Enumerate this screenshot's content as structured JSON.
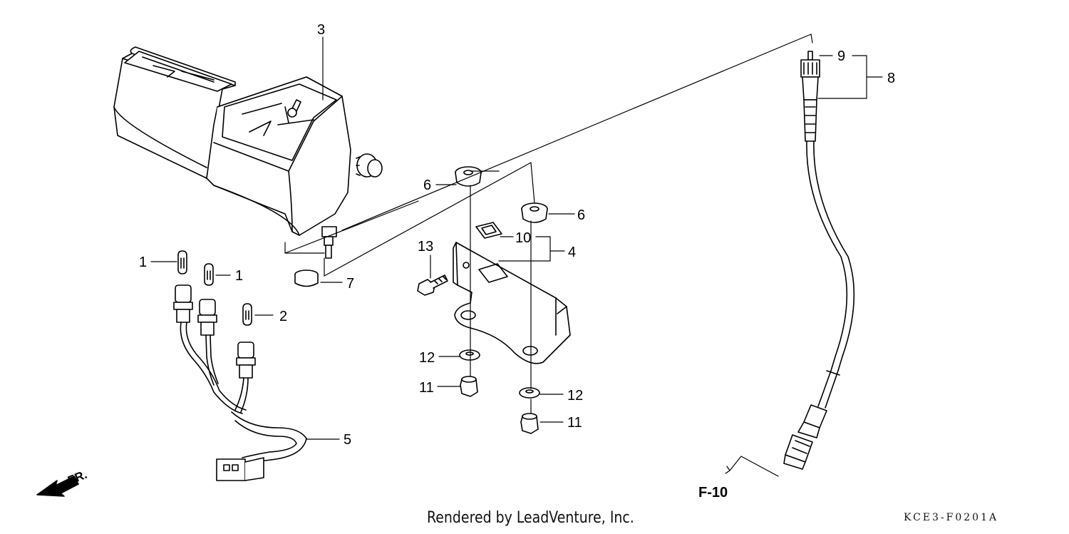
{
  "callouts": {
    "c1a": "1",
    "c1b": "1",
    "c2": "2",
    "c3": "3",
    "c4": "4",
    "c5": "5",
    "c6a": "6",
    "c6b": "6",
    "c7": "7",
    "c8": "8",
    "c9": "9",
    "c10": "10",
    "c11a": "11",
    "c11b": "11",
    "c12a": "12",
    "c12b": "12",
    "c13": "13"
  },
  "reference": "F-10",
  "front_marker": "FR.",
  "footer": {
    "credit": "Rendered by LeadVenture, Inc.",
    "diagram_code": "KCE3-F0201A"
  }
}
